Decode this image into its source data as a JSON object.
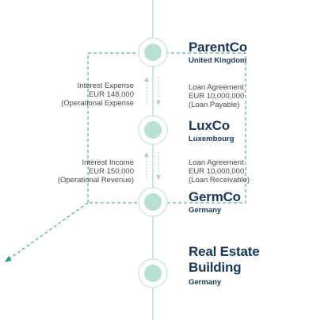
{
  "nodes": [
    {
      "name": "ParentCo",
      "country": "United Kingdom"
    },
    {
      "name": "LuxCo",
      "country": "Luxembourg"
    },
    {
      "name": "GermCo",
      "country": "Germany"
    },
    {
      "name": "Real Estate Building",
      "country": "Germany"
    }
  ],
  "flows": {
    "parent_lux_left": [
      "Interest Expense",
      "EUR 148,000",
      "(Operational Expense"
    ],
    "parent_lux_right": [
      "Loan Agreement",
      "EUR 10,000,000",
      "(Loan Payable)"
    ],
    "lux_germ_left": [
      "Interest Income",
      "EUR 150,000",
      "(Operational Revenue)"
    ],
    "lux_germ_right": [
      "Loan Agreement",
      "EUR 10,000,000",
      "(Loan Receivable)"
    ]
  },
  "colors": {
    "spine": "#b9e0d4",
    "node_ring": "#cdeae1",
    "node_fill": "#b9e0d4",
    "dashed_border": "#2c9f85",
    "arrow": "#c6c6c6",
    "title": "#17385a"
  }
}
